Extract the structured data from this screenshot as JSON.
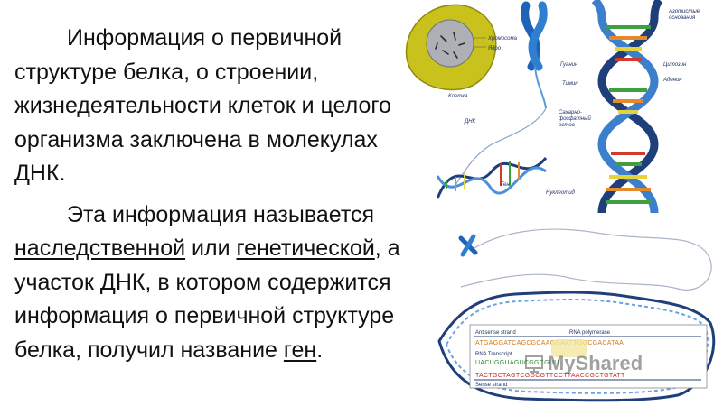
{
  "paragraph1": {
    "lines": [
      "Информация о первичной",
      "структуре белка, о строении,",
      "жизнедеятельности клеток и целого",
      "организма заключена в молекулах",
      "ДНК."
    ]
  },
  "paragraph2": {
    "line1": "Эта информация называется",
    "line2_term1": "наследственной",
    "line2_mid": " или ",
    "line2_term2": "генетической",
    "line2_end": ", а",
    "line3": "участок ДНК, в котором содержится",
    "line4": "информация о первичной структуре",
    "line5_start": "белка, получил название ",
    "line5_term": "ген",
    "line5_end": "."
  },
  "figure_top": {
    "cell_label": "Клетка",
    "nucleus_label": "Ядро",
    "chromosome_label": "Хромосома",
    "dna_label": "ДНК",
    "gene_label": "Ген",
    "bases_label_1": "Азотистые",
    "bases_label_2": "основания",
    "guanine_label": "Гуанин",
    "cytosine_label": "Цитозин",
    "thymine_label": "Тимин",
    "adenine_label": "Аденин",
    "backbone_label_1": "Сахарно-",
    "backbone_label_2": "фосфатный",
    "backbone_label_3": "остов",
    "nucleotide_label": "Нуклеотид"
  },
  "figure_bottom": {
    "antisense_label": "Antisense strand",
    "polymerase_label": "RNA polymerase",
    "transcript_label": "RNA Transcript",
    "sense_label": "Sense strand",
    "seq_top": "ATGAGGATCAGCGCAAGGAATTGGCGACATAA",
    "seq_mid": "UACUGGUAGUCGGCGUU",
    "seq_bottom": "TACTGCTAGTCGGCGTTCCTTAACCGCTGTATT"
  },
  "watermark": {
    "text": "MyShared"
  },
  "colors": {
    "text": "#111111",
    "cell_outer": "#c9c21c",
    "cell_inner": "#9ea0a8",
    "chromosome": "#1e63b8",
    "helix_dark": "#1f3f7a",
    "helix_light": "#4a90d9",
    "rung_green": "#3fa040",
    "rung_orange": "#e58a2a",
    "rung_yellow": "#e6d23a",
    "rung_red": "#d23a2a"
  }
}
